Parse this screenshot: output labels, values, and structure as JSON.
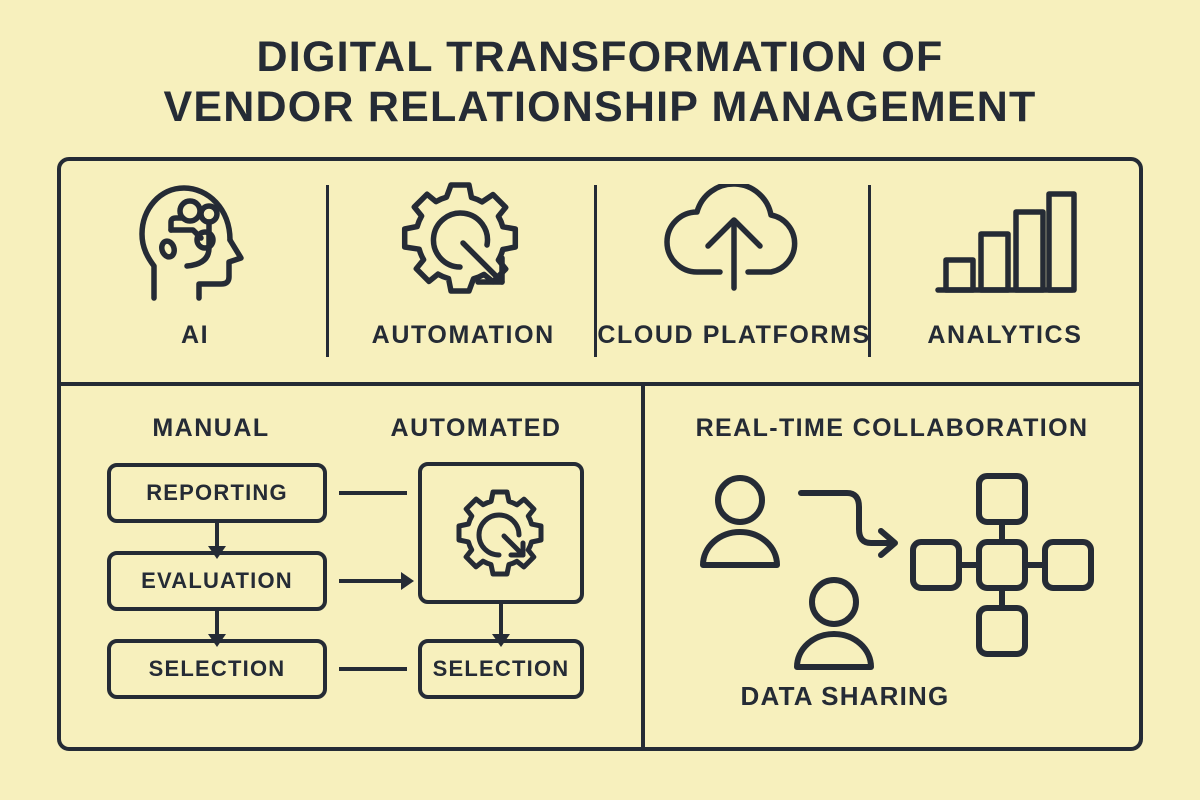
{
  "colors": {
    "background": "#f7f0bd",
    "ink": "#252b35"
  },
  "title": {
    "line1": "DIGITAL TRANSFORMATION OF",
    "line2": "VENDOR RELATIONSHIP MANAGEMENT"
  },
  "technology_row": {
    "items": [
      {
        "label": "AI",
        "icon": "brain-head-icon"
      },
      {
        "label": "AUTOMATION",
        "icon": "gear-arrow-icon"
      },
      {
        "label": "CLOUD PLATFORMS",
        "icon": "cloud-upload-icon"
      },
      {
        "label": "ANALYTICS",
        "icon": "bar-chart-icon"
      }
    ]
  },
  "process_panel": {
    "manual_heading": "MANUAL",
    "automated_heading": "AUTOMATED",
    "manual_steps": [
      "REPORTING",
      "EVALUATION",
      "SELECTION"
    ],
    "automated_gear_icon": "gear-icon",
    "automated_result": "SELECTION"
  },
  "collaboration_panel": {
    "heading": "REAL-TIME COLLABORATION",
    "caption": "DATA SHARING",
    "person_icons": [
      "person-icon",
      "person-icon"
    ],
    "flow_icon": "stepped-arrow-icon",
    "network_icon": "network-nodes-icon"
  }
}
